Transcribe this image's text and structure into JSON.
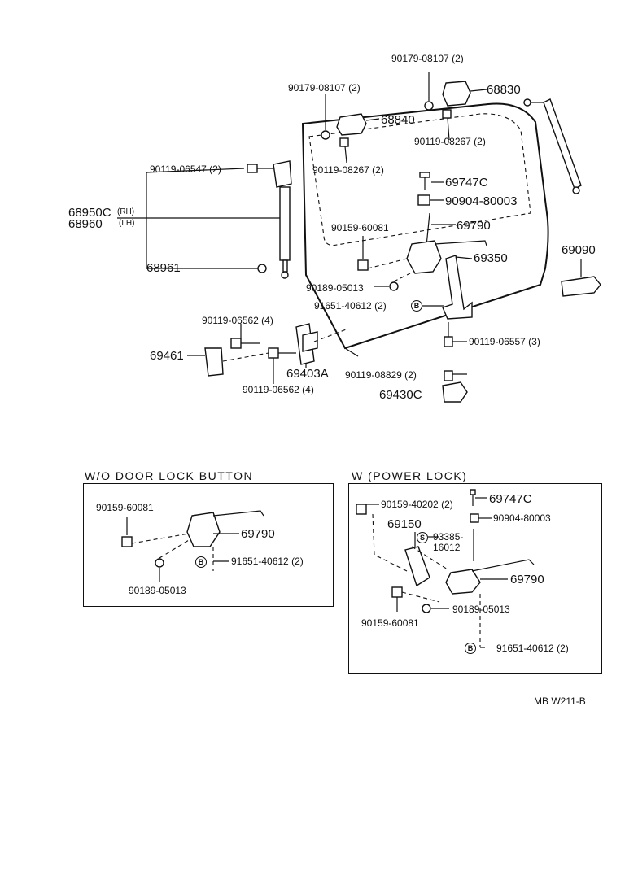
{
  "main_labels": {
    "p90179_top": "90179-08107 (2)",
    "p90179_left": "90179-08107 (2)",
    "p68830": "68830",
    "p68840": "68840",
    "p90119_08267_a": "90119-08267 (2)",
    "p90119_08267_b": "90119-08267 (2)",
    "p90119_06547": "90119-06547 (2)",
    "p68950c": "68950C",
    "rh": "(RH)",
    "p68960": "68960",
    "lh": "(LH)",
    "p68961": "68961",
    "p69747c": "69747C",
    "p90904": "90904-80003",
    "p90159": "90159-60081",
    "p69790": "69790",
    "p69090": "69090",
    "p69350": "69350",
    "p90189": "90189-05013",
    "p91651": "91651-40612 (2)",
    "p90119_06562_a": "90119-06562 (4)",
    "p69461": "69461",
    "p90119_06557": "90119-06557 (3)",
    "p69403a": "69403A",
    "p90119_06562_b": "90119-06562 (4)",
    "p90119_08829": "90119-08829 (2)",
    "p69430c": "69430C",
    "circle_b": "B"
  },
  "panel_left": {
    "title": "W/O  DOOR  LOCK  BUTTON",
    "p90159": "90159-60081",
    "p69790": "69790",
    "p91651": "91651-40612 (2)",
    "p90189": "90189-05013",
    "circle_b": "B"
  },
  "panel_right": {
    "title": "W (POWER  LOCK)",
    "p90159_40202": "90159-40202 (2)",
    "p69747c": "69747C",
    "p69150": "69150",
    "p90904": "90904-80003",
    "p93385": "93385-",
    "p16012": "16012",
    "p69790": "69790",
    "p90159_60081": "90159-60081",
    "p90189": "90189-05013",
    "p91651": "91651-40612 (2)",
    "circle_s": "S",
    "circle_b": "B"
  },
  "footer": {
    "code": "MB W211-B"
  }
}
